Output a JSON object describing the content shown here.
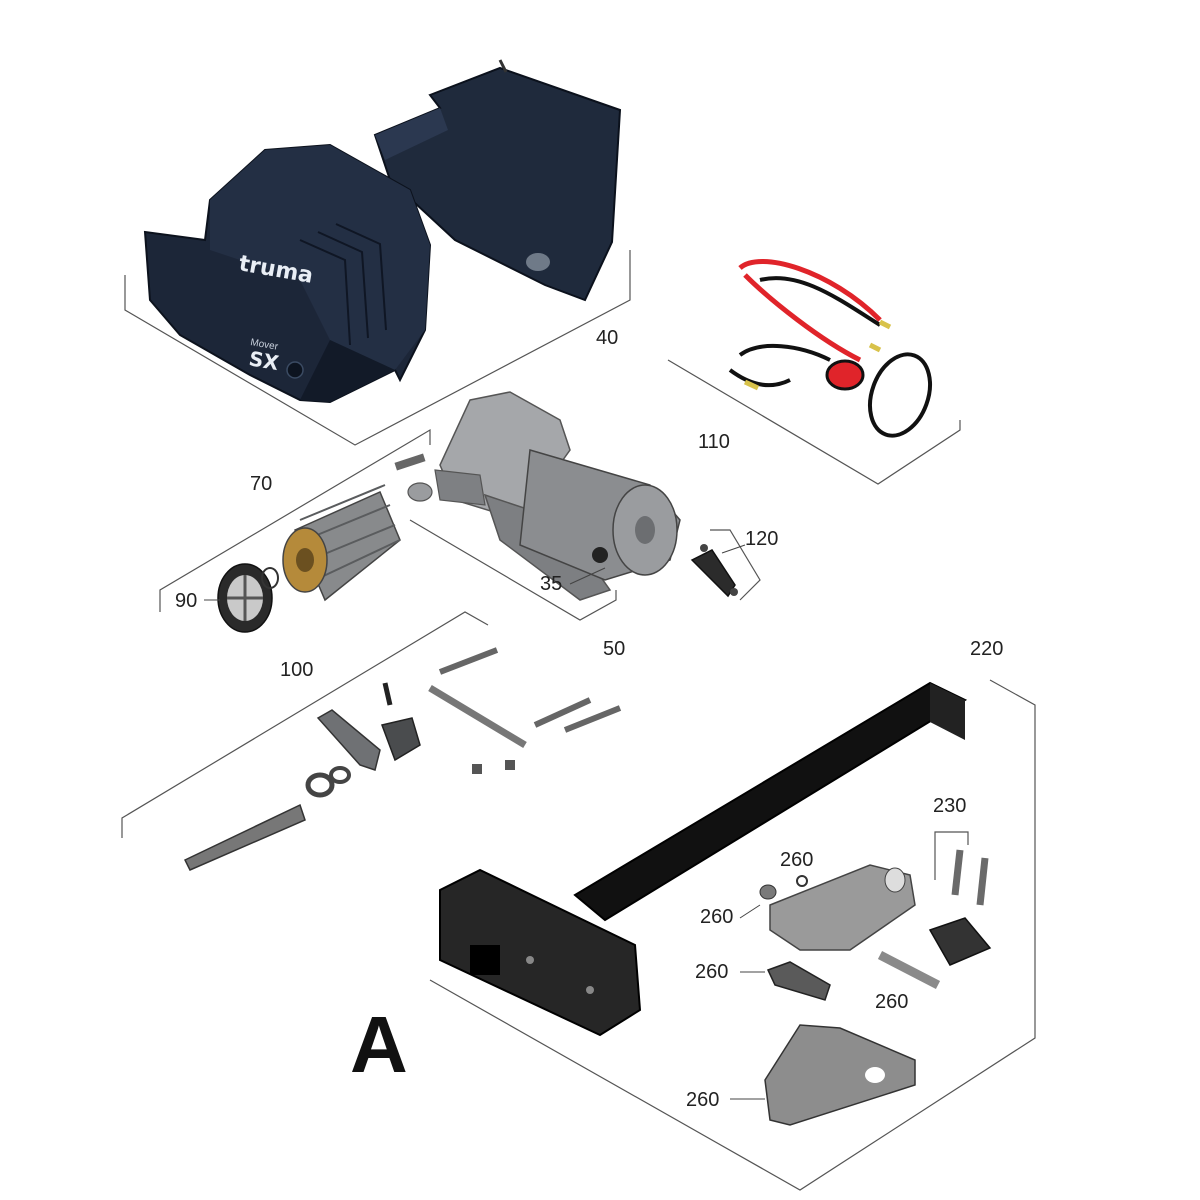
{
  "brand": {
    "logo_text": "truma",
    "model_small": "Mover",
    "model": "SX"
  },
  "section_letter": "A",
  "callouts": {
    "c40": "40",
    "c110": "110",
    "c70": "70",
    "c90": "90",
    "c35": "35",
    "c50": "50",
    "c120": "120",
    "c100": "100",
    "c220": "220",
    "c230": "230",
    "c260a": "260",
    "c260b": "260",
    "c260c": "260",
    "c260d": "260",
    "c260e": "260"
  },
  "colors": {
    "cover": "#1c2638",
    "cover_dark": "#121a28",
    "motor_grey": "#8b8d90",
    "cable_red": "#e0242a",
    "steel": "#9a9a9a",
    "tube_black": "#111111"
  }
}
